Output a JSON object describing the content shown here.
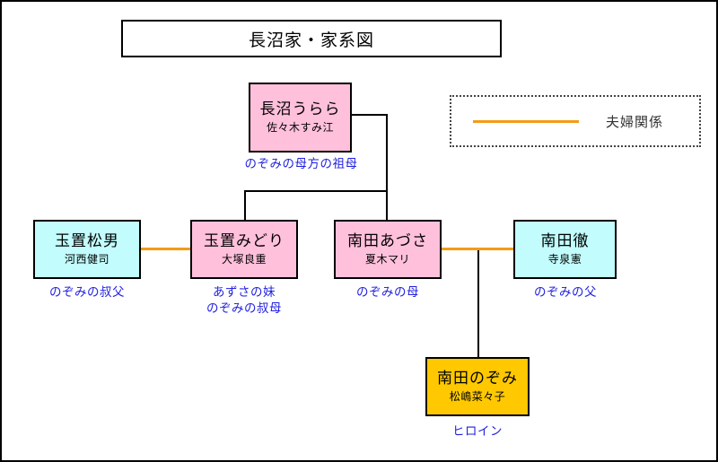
{
  "title": "長沼家・家系図",
  "legend": {
    "line_color": "#F39B16",
    "label": "夫婦関係",
    "line_icon": "marriage-line-icon"
  },
  "colors": {
    "pink": "#FFC0DC",
    "cyan": "#C2FCFC",
    "gold": "#FFC800",
    "marriage_line": "#F39B16",
    "caption_text": "#1F1FE0",
    "border": "#000000"
  },
  "people": {
    "grandmother": {
      "name": "長沼うらら",
      "actor": "佐々木すみ江",
      "caption": "のぞみの母方の祖母",
      "color": "pink"
    },
    "uncle": {
      "name": "玉置松男",
      "actor": "河西健司",
      "caption": "のぞみの叔父",
      "color": "cyan"
    },
    "aunt": {
      "name": "玉置みどり",
      "actor": "大塚良重",
      "caption_line1": "あずさの妹",
      "caption_line2": "のぞみの叔母",
      "color": "pink"
    },
    "mother": {
      "name": "南田あづさ",
      "actor": "夏木マリ",
      "caption": "のぞみの母",
      "color": "pink"
    },
    "father": {
      "name": "南田徹",
      "actor": "寺泉憲",
      "caption": "のぞみの父",
      "color": "cyan"
    },
    "heroine": {
      "name": "南田のぞみ",
      "actor": "松嶋菜々子",
      "caption": "ヒロイン",
      "color": "gold"
    }
  }
}
